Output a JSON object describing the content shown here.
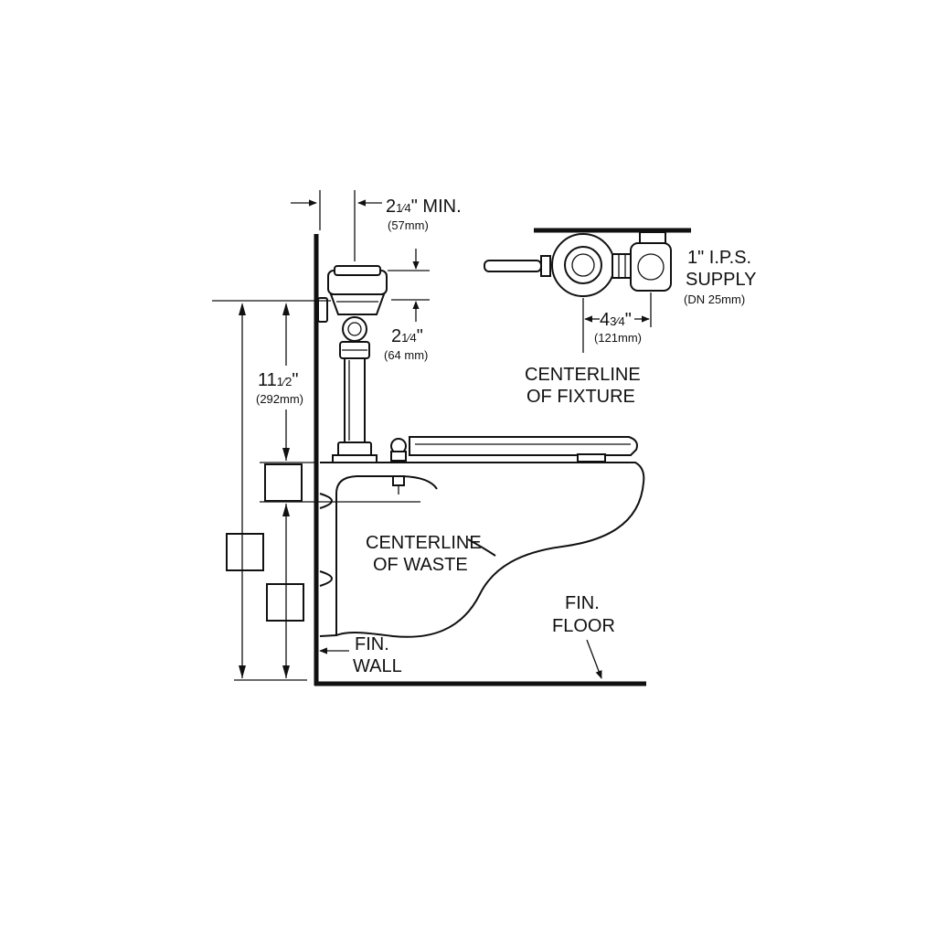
{
  "dims": {
    "top_min": {
      "whole": "2",
      "frac": "1⁄4",
      "suffix": "\" MIN.",
      "metric": "(57mm)"
    },
    "valve_offset": {
      "whole": "2",
      "frac": "1⁄4",
      "suffix": "\"",
      "metric": "(64 mm)"
    },
    "height": {
      "whole": "11",
      "frac": "1⁄2",
      "suffix": "\"",
      "metric": "(292mm)"
    },
    "supply_offset": {
      "whole": "4",
      "frac": "3⁄4",
      "suffix": "\"",
      "metric": "(121mm)"
    }
  },
  "labels": {
    "supply_line1": "1\"  I.P.S.",
    "supply_line2": "SUPPLY",
    "supply_line3": "(DN 25mm)",
    "centerline_fixture_1": "CENTERLINE",
    "centerline_fixture_2": "OF FIXTURE",
    "centerline_waste_1": "CENTERLINE",
    "centerline_waste_2": "OF WASTE",
    "fin_floor_1": "FIN.",
    "fin_floor_2": "FLOOR",
    "fin_wall_1": "FIN.",
    "fin_wall_2": "WALL"
  }
}
